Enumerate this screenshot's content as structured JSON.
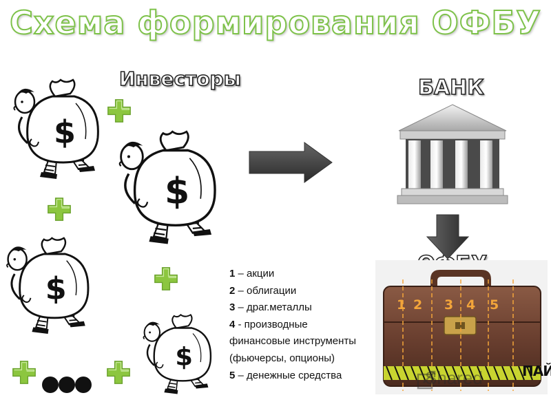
{
  "title": "Схема формирования ОФБУ",
  "headings": {
    "investors": "Инвесторы",
    "bank": "БАНК",
    "ofbu": "ОФБУ"
  },
  "legend": [
    {
      "num": "1",
      "text": " – акции"
    },
    {
      "num": "2",
      "text": " – облигации"
    },
    {
      "num": "3",
      "text": " – драг.металлы"
    },
    {
      "num": "4",
      "text": " - производные финансовые инструменты (фьючерсы, опционы)"
    },
    {
      "num": "5",
      "text": " – денежные средства"
    }
  ],
  "portfolio_cells": [
    "1",
    "2",
    "3",
    "4",
    "5"
  ],
  "pai_label": "ПАЙ",
  "watermark": "Shared",
  "colors": {
    "title_outline": "#7ec24a",
    "plus_sign": "#8cc63f",
    "arrow": "#444444",
    "cell_labels": "#f3a53a",
    "briefcase": "#6b4030"
  },
  "icons": [
    "investor-moneybag-icon",
    "plus-icon",
    "ellipsis-dots-icon",
    "right-arrow-icon",
    "down-arrow-icon",
    "bank-building-icon",
    "briefcase-icon",
    "share-icon"
  ]
}
